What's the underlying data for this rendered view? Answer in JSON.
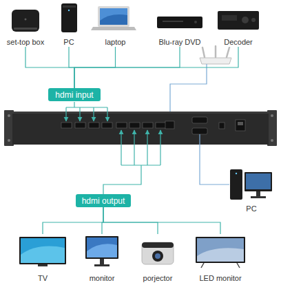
{
  "diagram": {
    "nodes": [
      {
        "text": [
          "set-top box"
        ]
      },
      {
        "text": [
          "PC"
        ]
      },
      {
        "text": [
          "laptop"
        ]
      },
      {
        "text": [
          "Blu-ray DVD"
        ]
      },
      {
        "text": [
          "Decoder"
        ]
      },
      {
        "text": [
          "hdmi input"
        ]
      },
      {
        "text": [
          "PC"
        ]
      },
      {
        "text": [
          "hdmi output"
        ]
      },
      {
        "text": [
          "TV"
        ]
      },
      {
        "text": [
          "monitor"
        ]
      },
      {
        "text": [
          "porjector"
        ]
      },
      {
        "text": [
          "LED monitor"
        ]
      }
    ],
    "edges": [
      {
        "from": 0,
        "to": 5,
        "arrow": "none"
      },
      {
        "from": 1,
        "to": 5,
        "arrow": "none"
      },
      {
        "from": 2,
        "to": 5,
        "arrow": "none"
      },
      {
        "from": 3,
        "to": 5,
        "arrow": "none"
      },
      {
        "from": 4,
        "to": 5,
        "arrow": "none"
      },
      {
        "from": 7,
        "to": 8,
        "arrow": "none"
      },
      {
        "from": 7,
        "to": 9,
        "arrow": "none"
      },
      {
        "from": 7,
        "to": 10,
        "arrow": "none"
      },
      {
        "from": 7,
        "to": 11,
        "arrow": "none"
      }
    ]
  }
}
